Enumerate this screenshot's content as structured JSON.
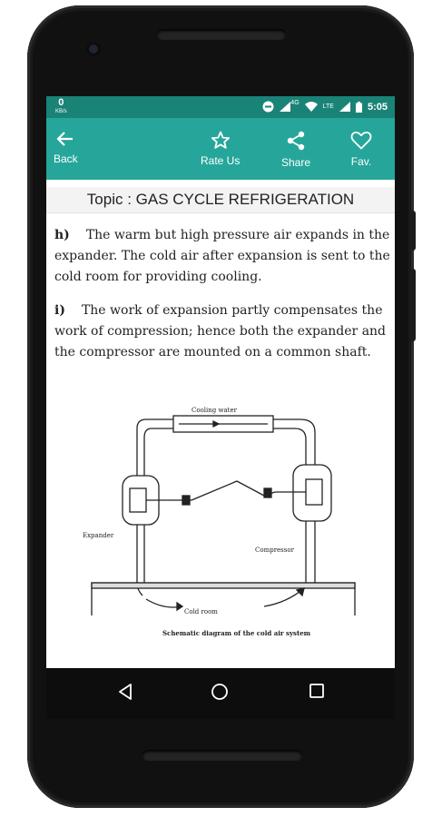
{
  "status": {
    "speed_value": "0",
    "speed_unit": "KB/s",
    "network": "4G",
    "lte": "LTE",
    "time": "5:05"
  },
  "toolbar": {
    "back_label": "Back",
    "rate_label": "Rate Us",
    "share_label": "Share",
    "fav_label": "Fav."
  },
  "topic": "Topic : GAS CYCLE REFRIGERATION",
  "content": {
    "para_h_marker": "h)",
    "para_h_text": "The warm but high pressure air expands in the expander. The cold air after expansion is sent to the cold room for providing cooling.",
    "para_i_marker": "i)",
    "para_i_text": "The work of expansion partly compensates the work of compression; hence both the expander and the compressor are mounted on a common shaft."
  },
  "diagram": {
    "cooling_water": "Cooling water",
    "expander": "Expander",
    "compressor": "Compressor",
    "cold_room": "Cold room",
    "caption": "Schematic diagram of the cold air system"
  },
  "colors": {
    "status_bar": "#1a8377",
    "toolbar": "#26a69a"
  }
}
